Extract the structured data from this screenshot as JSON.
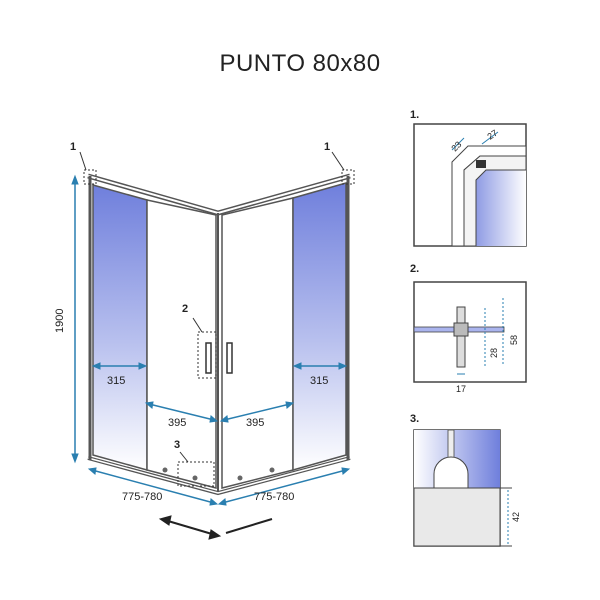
{
  "title": "PUNTO 80x80",
  "main": {
    "callout_1_left": "1",
    "callout_1_right": "1",
    "callout_2": "2",
    "callout_3": "3",
    "height": "1900",
    "side_left": "315",
    "side_right": "315",
    "door_left": "395",
    "door_right": "395",
    "width_left": "775-780",
    "width_right": "775-780"
  },
  "details": {
    "d1": {
      "label": "1.",
      "dim_a": "23",
      "dim_b": "27"
    },
    "d2": {
      "label": "2.",
      "dim_a": "58",
      "dim_b": "28",
      "dim_c": "17"
    },
    "d3": {
      "label": "3.",
      "dim_a": "42"
    }
  },
  "colors": {
    "glass_blue": "#6f7fdc",
    "dim_line": "#2a7fb0",
    "frame": "#555555"
  }
}
